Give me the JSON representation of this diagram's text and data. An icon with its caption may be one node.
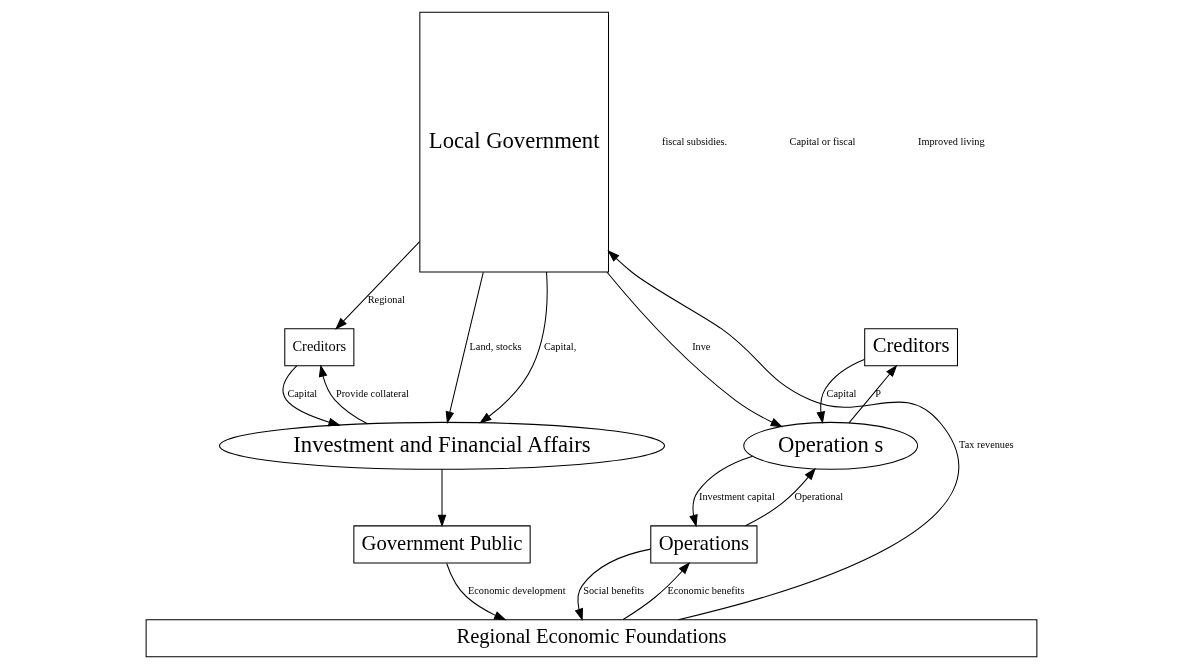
{
  "diagram": {
    "nodes": [
      {
        "text": [
          "Local Government"
        ]
      },
      {
        "text": [
          "Creditors"
        ]
      },
      {
        "text": [
          "Investment and Financial Affairs"
        ]
      },
      {
        "text": [
          "Government Public"
        ]
      },
      {
        "text": [
          "Creditors"
        ]
      },
      {
        "text": [
          "Operation s"
        ]
      },
      {
        "text": [
          "Operations"
        ]
      },
      {
        "text": [
          "Regional Economic Foundations"
        ]
      }
    ],
    "edges": [
      {
        "from": 0,
        "to": 1,
        "arrow": "to",
        "label": "Regional"
      },
      {
        "from": 2,
        "to": 1,
        "arrow": "to",
        "label": "Provide collateral"
      },
      {
        "from": 1,
        "to": 2,
        "arrow": "to",
        "label": "Capital"
      },
      {
        "from": 0,
        "to": 2,
        "arrow": "to",
        "label": "Land, stocks"
      },
      {
        "from": 0,
        "to": 2,
        "arrow": "to",
        "label": "Capital,"
      },
      {
        "from": 0,
        "to": 5,
        "arrow": "to",
        "label": "Inve"
      },
      {
        "from": 2,
        "to": 3,
        "arrow": "to"
      },
      {
        "from": 5,
        "to": 4,
        "arrow": "to",
        "label": "P"
      },
      {
        "from": 4,
        "to": 5,
        "arrow": "to",
        "label": "Capital"
      },
      {
        "from": 5,
        "to": 6,
        "arrow": "to",
        "label": "Investment capital"
      },
      {
        "from": 6,
        "to": 5,
        "arrow": "to",
        "label": "Operational"
      },
      {
        "from": 7,
        "to": 0,
        "arrow": "to",
        "label": "Tax revenues"
      },
      {
        "from": 3,
        "to": 7,
        "arrow": "to",
        "label": "Economic development"
      },
      {
        "from": 7,
        "to": 6,
        "arrow": "to",
        "label": "Economic benefits"
      },
      {
        "from": 6,
        "to": 7,
        "arrow": "to",
        "label": "Social benefits"
      }
    ],
    "labels": [
      "fiscal subsidies.",
      "Capital or fiscal",
      "Improved living"
    ]
  }
}
